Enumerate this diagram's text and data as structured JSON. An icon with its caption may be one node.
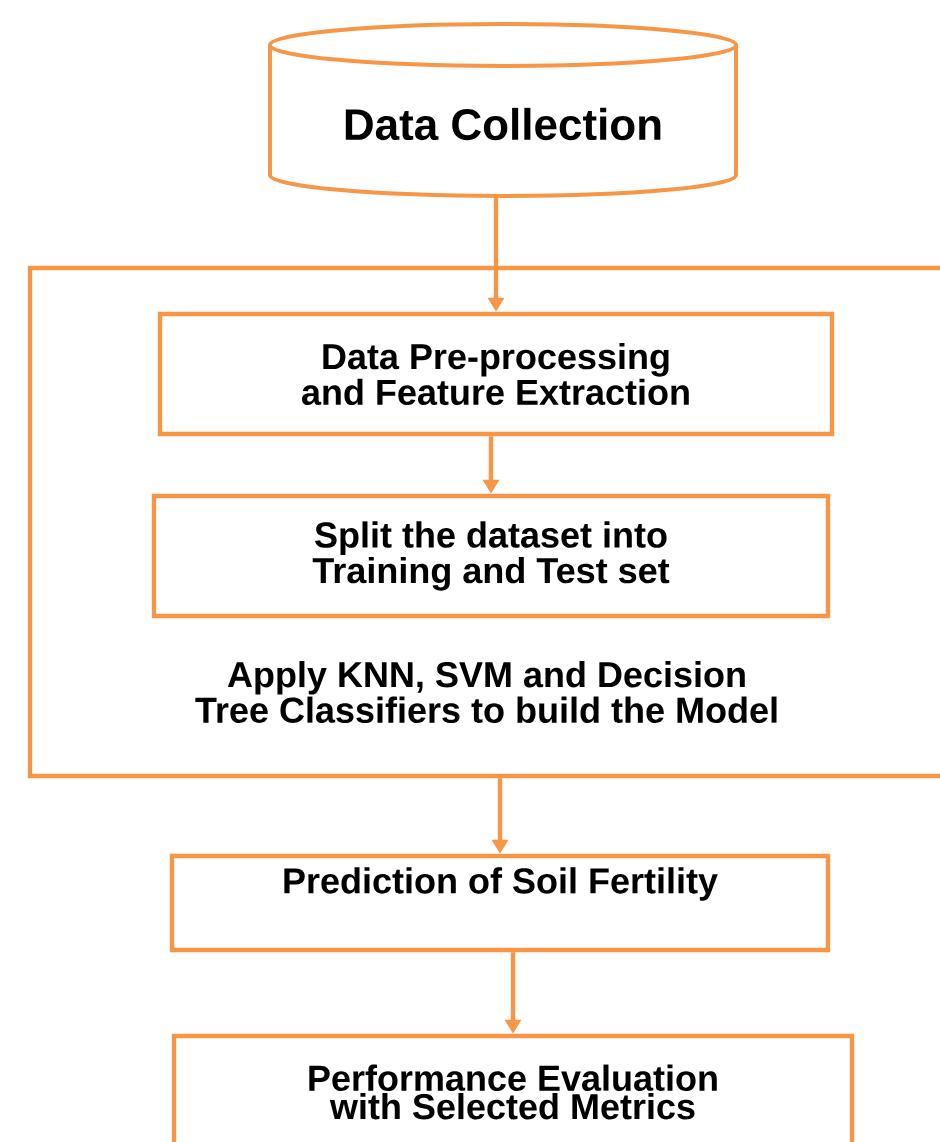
{
  "diagram": {
    "nodes": [
      {
        "text": [
          "Data Collection"
        ]
      },
      {
        "text": [
          "Apply KNN, SVM and Decision Tree Classifiers to build the Model"
        ]
      },
      {
        "text": [
          "Data Pre-processing and Feature Extraction"
        ],
        "in": 1
      },
      {
        "text": [
          "Split the dataset into Training and Test set"
        ],
        "in": 1
      },
      {
        "text": [
          "Prediction of Soil Fertility"
        ]
      },
      {
        "text": [
          "Performance Evaluation with Selected Metrics"
        ]
      }
    ],
    "edges": [
      {
        "from": 0,
        "to": 2,
        "arrow": "to"
      },
      {
        "from": 2,
        "to": 3,
        "arrow": "to"
      },
      {
        "from": 1,
        "to": 4,
        "arrow": "to"
      },
      {
        "from": 4,
        "to": 5,
        "arrow": "to"
      }
    ]
  }
}
